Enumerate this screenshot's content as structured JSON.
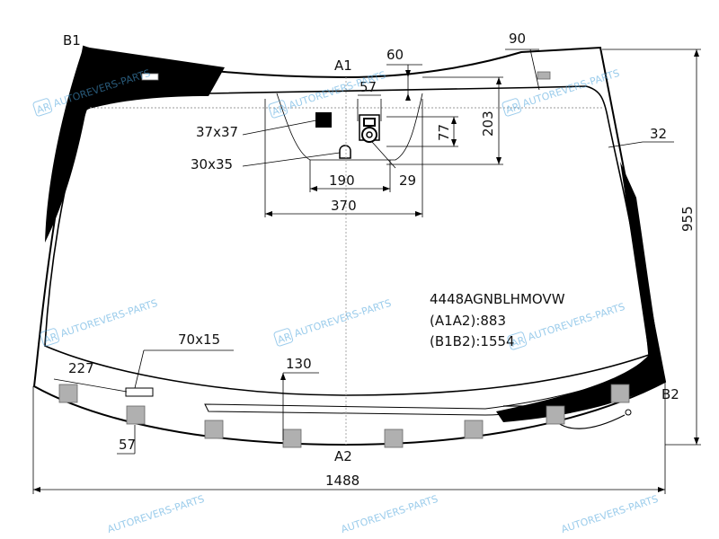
{
  "points": {
    "b1": "B1",
    "b2": "B2",
    "a1": "A1",
    "a2": "A2"
  },
  "part_number": "4448AGNBLHMOVW",
  "specs": {
    "a1a2": "(A1A2):883",
    "b1b2": "(B1B2):1554"
  },
  "dimensions": {
    "d90": "90",
    "d60": "60",
    "d57_top": "57",
    "d203": "203",
    "d77": "77",
    "d32": "32",
    "d955": "955",
    "d37x37": "37x37",
    "d30x35": "30x35",
    "d190": "190",
    "d29": "29",
    "d370": "370",
    "d70x15": "70x15",
    "d227": "227",
    "d130": "130",
    "d57_bottom": "57",
    "d1488": "1488"
  },
  "watermark": "AUTOREVERS-PARTS",
  "watermark_logo": "AR",
  "colors": {
    "black": "#000000",
    "watermark": "#4aa3dc",
    "pad": "#b0b0b0"
  }
}
